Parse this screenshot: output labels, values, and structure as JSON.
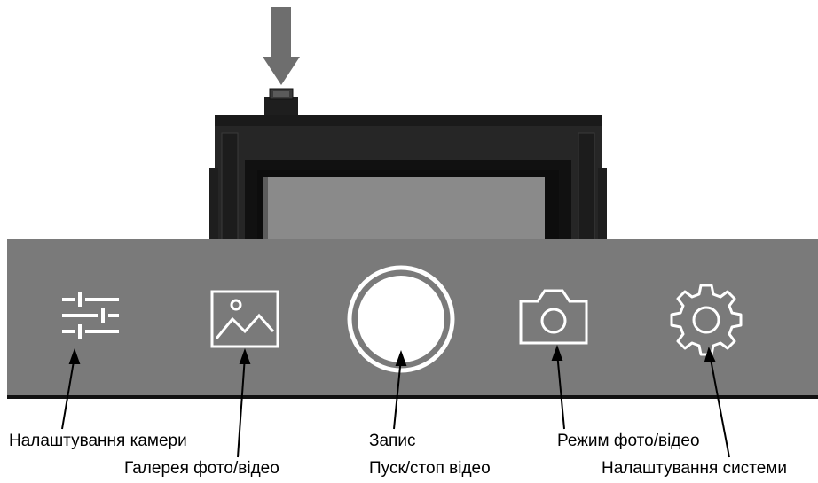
{
  "labels": {
    "camera_settings": "Налаштування камери",
    "gallery": "Галерея фото/відео",
    "record_title": "Запис",
    "record_sub": "Пуск/стоп відео",
    "photo_video_mode": "Режим фото/відео",
    "system_settings": "Налаштування системи"
  },
  "icons": {
    "camera_settings": "sliders-icon",
    "gallery": "image-icon",
    "record": "record-button-icon",
    "photo_video_mode": "camera-icon",
    "system_settings": "gear-icon",
    "top_button_pointer": "down-arrow-icon"
  },
  "colors": {
    "toolbar": "#7a7a7a",
    "device_body": "#262626",
    "screen": "#8a8a8a",
    "icon": "#ffffff",
    "arrow": "#6e6e6e"
  }
}
